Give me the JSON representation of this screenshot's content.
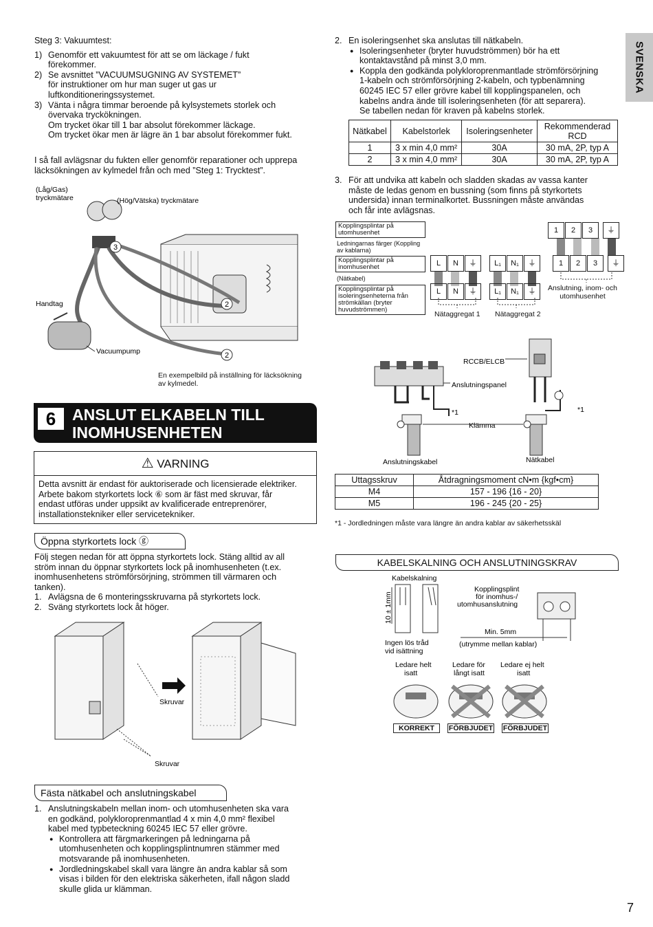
{
  "side_tab": "SVENSKA",
  "page_number": "7",
  "step3": {
    "heading": "Steg 3: Vakuumtest:",
    "items": [
      {
        "num": "1)",
        "lines": [
          "Genomför ett vakuumtest för att se om läckage / fukt",
          "förekommer."
        ]
      },
      {
        "num": "2)",
        "lines": [
          "Se avsnittet ”VACUUMSUGNING AV SYSTEMET”",
          "för instruktioner om hur man suger ut gas ur",
          "luftkonditioneringssystemet."
        ]
      },
      {
        "num": "3)",
        "lines": [
          "Vänta i några timmar beroende på kylsystemets storlek och",
          "övervaka tryckökningen.",
          "Om trycket ökar till 1 bar absolut förekommer läckage.",
          "Om trycket ökar men är lägre än 1 bar absolut förekommer fukt."
        ]
      }
    ],
    "note_lines": [
      "I så fall avlägsnar du fukten eller genomför reparationer och upprepa",
      "läcksökningen av kylmedel från och med ”Steg 1: Trycktest”."
    ]
  },
  "figure1": {
    "label_low": "(Låg/Gas)",
    "label_low2": "tryckmätare",
    "label_high": "(Hög/Vätska) tryckmätare",
    "label_handle": "Handtag",
    "label_pump": "Vacuumpump",
    "callout_3": "3",
    "callout_2a": "2",
    "callout_2b": "2",
    "caption_lines": [
      "En exempelbild på inställning för läcksökning",
      "av kylmedel."
    ]
  },
  "section6": {
    "number": "6",
    "title_line1": "ANSLUT ELKABELN TILL",
    "title_line2": "INOMHUSENHETEN"
  },
  "warning": {
    "title": "VARNING",
    "lines": [
      "Detta avsnitt är endast för auktoriserade och licensierade elektriker.",
      "Arbete bakom styrkortets lock ⑥ som är fäst med skruvar, får",
      "endast utföras under uppsikt av kvalificerade entreprenörer,",
      "installationstekniker eller servicetekniker."
    ]
  },
  "open_cover": {
    "title": "Öppna styrkortets lock ⓖ",
    "lines": [
      "Följ stegen nedan för att öppna styrkortets lock. Stäng alltid av all",
      "ström innan du öppnar styrkortets lock på inomhusenheten (t.ex.",
      "inomhusenhetens strömförsörjning, strömmen till värmaren och",
      "tanken)."
    ],
    "steps": [
      {
        "num": "1.",
        "text": "Avlägsna de 6 monteringsskruvarna på styrkortets lock."
      },
      {
        "num": "2.",
        "text": "Sväng styrkortets lock åt höger."
      }
    ],
    "label_screws1": "Skruvar",
    "label_screws2": "Skruvar"
  },
  "attach_cable": {
    "title": "Fästa nätkabel och anslutningskabel",
    "item1_num": "1.",
    "item1_lines": [
      "Anslutningskabeln mellan inom- och utomhusenheten ska vara",
      "en godkänd, polykloroprenmantlad 4 x min 4,0 mm² flexibel",
      "kabel med typbeteckning 60245 IEC 57 eller grövre."
    ],
    "bullets": [
      [
        "Kontrollera att färgmarkeringen på ledningarna på",
        "utomhusenheten och kopplingsplintnumren stämmer med",
        "motsvarande på inomhusenheten."
      ],
      [
        "Jordledningskabel skall vara längre än andra kablar så som",
        "visas i bilden för den elektriska säkerheten, ifall någon sladd",
        "skulle glida ur klämman."
      ]
    ]
  },
  "right": {
    "item2_num": "2.",
    "item2_text": "En isoleringsenhet ska anslutas till nätkabeln.",
    "item2_bullets": [
      [
        "Isoleringsenheter (bryter huvudströmmen) bör ha ett",
        "kontaktavstånd på minst 3,0 mm."
      ],
      [
        "Koppla den godkända polykloroprenmantlade strömförsörjning",
        "1-kabeln och strömförsörjning 2-kabeln, och typbenämning",
        "60245 IEC 57 eller grövre kabel till kopplingspanelen, och",
        "kabelns andra ände till isoleringsenheten (för att separera).",
        "Se tabellen nedan för kraven på kabelns storlek."
      ]
    ],
    "cable_table": {
      "headers": [
        "Nätkabel",
        "Kabelstorlek",
        "Isoleringsenheter",
        "Rekommenderad RCD"
      ],
      "rows": [
        [
          "1",
          "3 x min 4,0 mm²",
          "30A",
          "30 mA, 2P, typ A"
        ],
        [
          "2",
          "3 x min 4,0 mm²",
          "30A",
          "30 mA, 2P, typ A"
        ]
      ]
    },
    "item3_num": "3.",
    "item3_lines": [
      "För att undvika att kabeln och sladden skadas av vassa kanter",
      "måste de ledas genom en bussning (som finns på styrkortets",
      "undersida) innan terminalkortet. Bussningen måste användas",
      "och får inte avlägsnas."
    ]
  },
  "wiring": {
    "box1": "Kopplingsplintar på utomhusenhet",
    "colors_label": "Ledningarnas färger (Koppling av kablarna)",
    "box2": "Kopplingsplintar på inomhusenhet",
    "natkabel_label": "(Nätkabel)",
    "box3": "Kopplingsplintar på isoleringsenheterna från strömkällan (bryter huvudströmmen)",
    "t_L": "L",
    "t_N": "N",
    "t_L1": "L₁",
    "t_N1": "N₁",
    "t_1": "1",
    "t_2": "2",
    "t_3": "3",
    "group1": "Nätaggregat 1",
    "group2": "Nätaggregat 2",
    "group3": "Anslutning, inom- och utomhusenhet"
  },
  "panel_fig": {
    "rccb": "RCCB/ELCB",
    "panel": "Anslutningspanel",
    "star1a": "*1",
    "star1b": "*1",
    "clamp": "Klämma",
    "conn_cable": "Anslutningskabel",
    "mains_cable": "Nätkabel"
  },
  "torque_table": {
    "headers": [
      "Uttagsskruv",
      "Åtdragningsmoment cN•m {kgf•cm}"
    ],
    "rows": [
      [
        "M4",
        "157 - 196 {16 - 20}"
      ],
      [
        "M5",
        "196 - 245 {20 - 25}"
      ]
    ]
  },
  "footnote": "*1 - Jordledningen måste vara längre än andra kablar av säkerhetsskäl",
  "strip": {
    "title": "KABELSKALNING OCH ANSLUTNINGSKRAV",
    "label_strip": "Kabelskalning",
    "dim": "10 ± 1mm",
    "label_plint1": "Kopplingsplint",
    "label_plint2": "för inomhus-/",
    "label_plint3": "utomhusanslutning",
    "min5": "Min. 5mm",
    "space": "(utrymme mellan kablar)",
    "noloose1": "Ingen lös tråd",
    "noloose2": "vid isättning",
    "c1a": "Ledare helt",
    "c1b": "isatt",
    "c2a": "Ledare för",
    "c2b": "långt isatt",
    "c3a": "Ledare ej helt",
    "c3b": "isatt",
    "correct": "KORREKT",
    "forbidden1": "FÖRBJUDET",
    "forbidden2": "FÖRBJUDET"
  }
}
